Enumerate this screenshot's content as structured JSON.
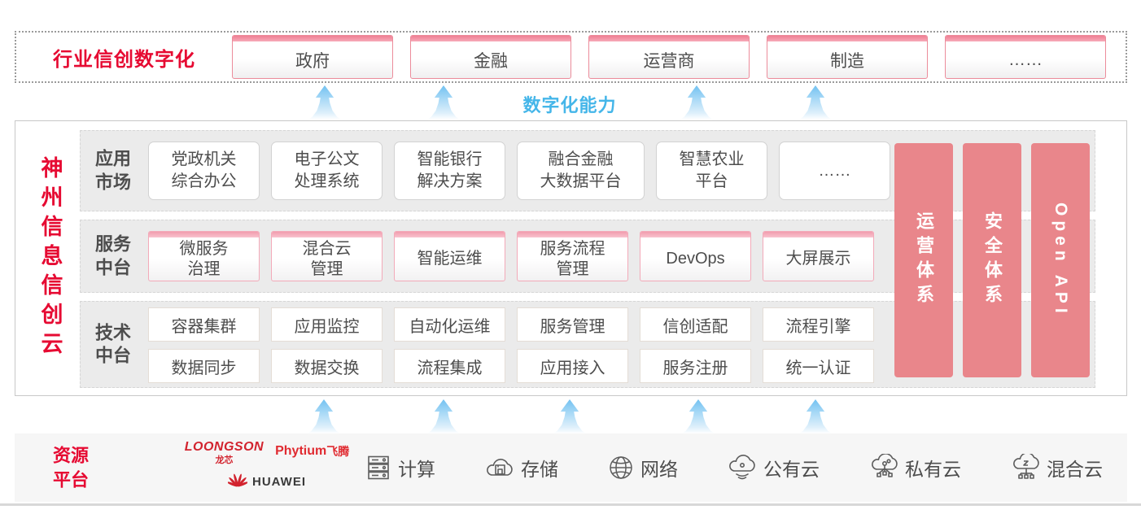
{
  "industry": {
    "label": "行业信创数字化",
    "sectors": [
      "政府",
      "金融",
      "运营商",
      "制造",
      "……"
    ]
  },
  "capability": {
    "label": "数字化能力"
  },
  "platform": {
    "title": "神州信息信创云",
    "rows": [
      {
        "label": "应用\n市场",
        "cards": [
          "党政机关\n综合办公",
          "电子公文\n处理系统",
          "智能银行\n解决方案",
          "融合金融\n大数据平台",
          "智慧农业\n平台",
          "……"
        ]
      },
      {
        "label": "服务\n中台",
        "cards": [
          "微服务\n治理",
          "混合云\n管理",
          "智能运维",
          "服务流程\n管理",
          "DevOps",
          "大屏展示"
        ]
      },
      {
        "label": "技术\n中台",
        "cards_top": [
          "容器集群",
          "应用监控",
          "自动化运维",
          "服务管理",
          "信创适配",
          "流程引擎"
        ],
        "cards_bottom": [
          "数据同步",
          "数据交换",
          "流程集成",
          "应用接入",
          "服务注册",
          "统一认证"
        ]
      }
    ],
    "pillars": [
      "运营体系",
      "安全体系",
      "Open API"
    ]
  },
  "resources": {
    "label": "资源\n平台",
    "vendors": {
      "loongson": "LOONGSON",
      "loongson_cn": "龙芯",
      "phytium": "Phytium",
      "phytium_cn": "飞腾",
      "huawei": "HUAWEI"
    },
    "items": [
      {
        "icon": "compute-server-icon",
        "label": "计算"
      },
      {
        "icon": "storage-cloud-icon",
        "label": "存储"
      },
      {
        "icon": "network-globe-icon",
        "label": "网络"
      },
      {
        "icon": "public-cloud-icon",
        "label": "公有云"
      },
      {
        "icon": "private-cloud-icon",
        "label": "私有云"
      },
      {
        "icon": "hybrid-cloud-icon",
        "label": "混合云"
      }
    ]
  },
  "colors": {
    "brand_red": "#e60a32",
    "pillar_pink": "#e9868b",
    "capability_blue": "#45b6e9"
  }
}
